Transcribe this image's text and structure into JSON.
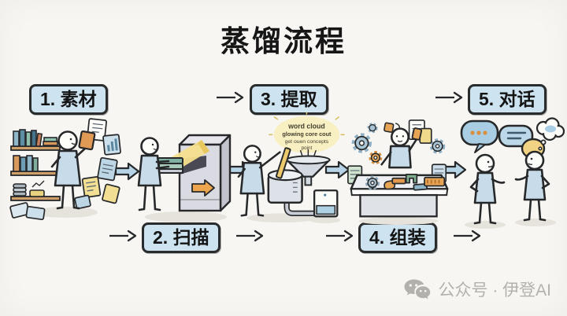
{
  "title": "蒸馏流程",
  "steps": {
    "s1": "1. 素材",
    "s2": "2. 扫描",
    "s3": "3. 提取",
    "s4": "4. 组装",
    "s5": "5. 对话"
  },
  "word_cloud": {
    "line1": "word cloud",
    "line2": "glowing core cout",
    "line3": "get ouen concepts",
    "line4": "point"
  },
  "watermark": "公众号 · 伊登AI",
  "scenes": {
    "scene1": "materials-bookshelf",
    "scene2": "scan-machine",
    "scene3": "extract-funnel",
    "scene4": "assemble-workbench",
    "scene5": "dialogue-people"
  },
  "colors": {
    "background": "#f8f6f3",
    "label_box_fill": "#cde3f0",
    "outline": "#292b2d",
    "block_arrow_fill": "#b7d3e6",
    "figure_body": "#c7dbe9",
    "accent_orange": "#e8a455",
    "cloud_yellow": "#f8efc3",
    "liquid_blue": "#aed2e4",
    "watermark_gray": "#b3b1ad"
  }
}
